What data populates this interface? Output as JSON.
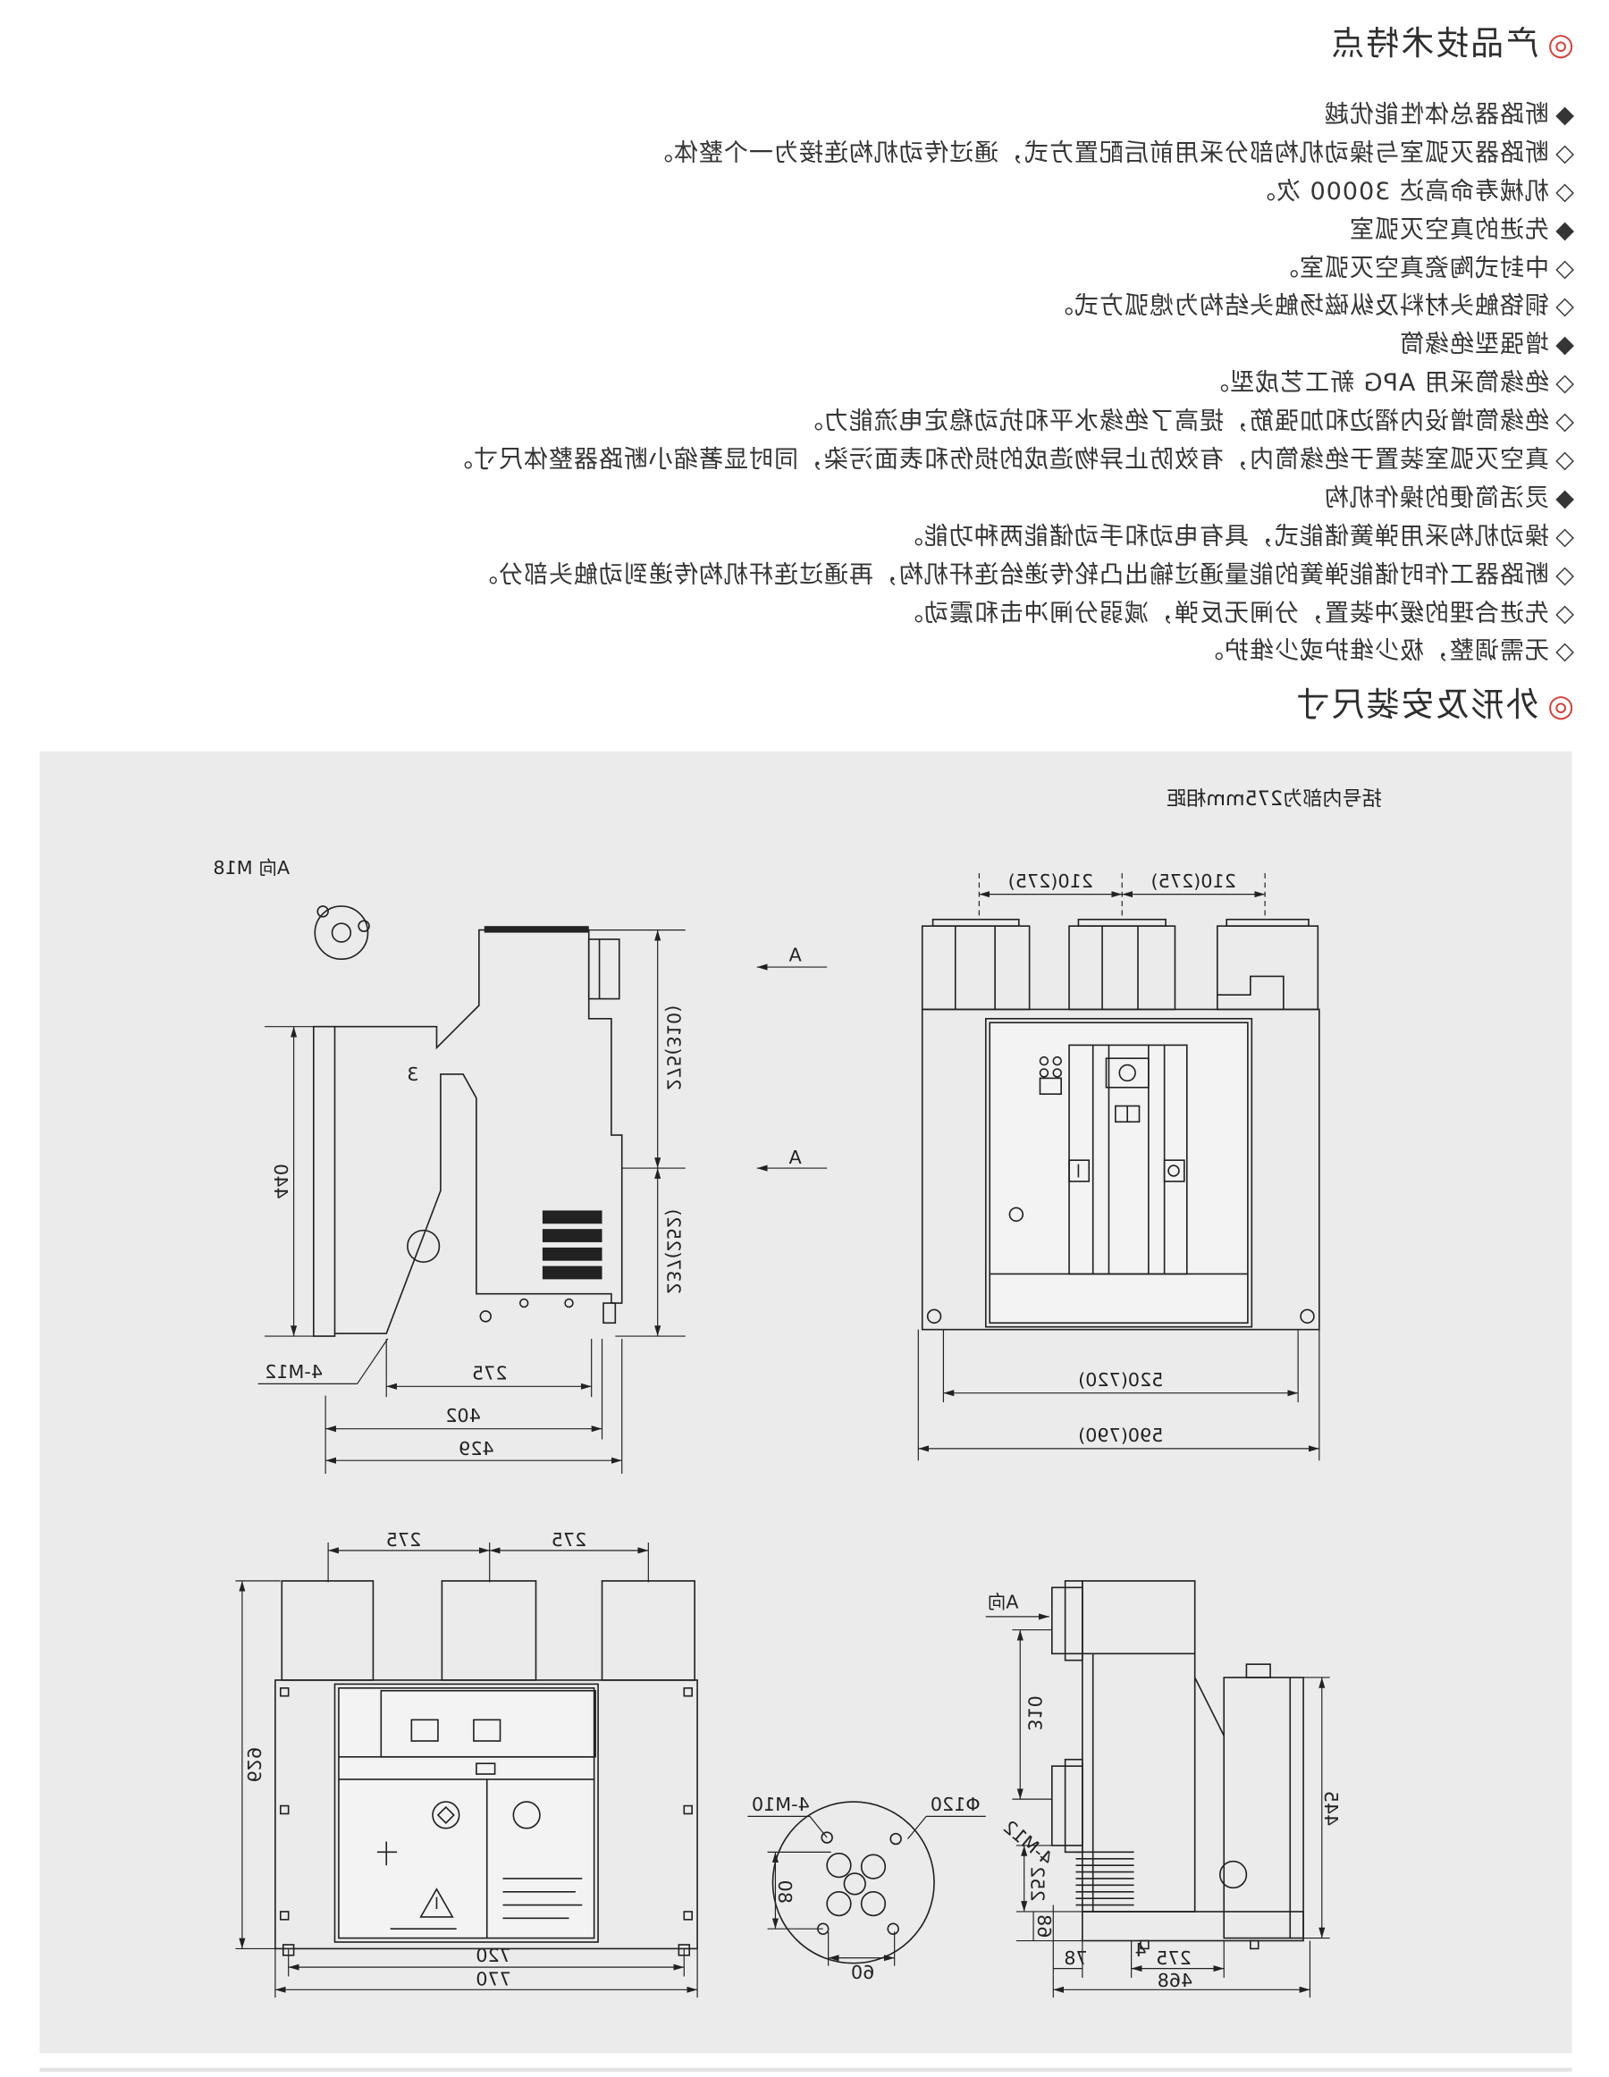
{
  "colors": {
    "accent": "#d9403a",
    "text": "#333333",
    "drawing_bg": "#ebebeb",
    "line": "#222222"
  },
  "features": {
    "icon": "◎",
    "title": "产品技术特点",
    "items": [
      {
        "bullet": "◆",
        "text": "断路器总体性能优越"
      },
      {
        "bullet": "◇",
        "text": "断路器灭弧室与操动机构部分采用前后配置方式，通过传动机构连接为一个整体。"
      },
      {
        "bullet": "◇",
        "text": "机械寿命高达 30000 次。"
      },
      {
        "bullet": "◆",
        "text": "先进的真空灭弧室"
      },
      {
        "bullet": "◇",
        "text": "中封式陶瓷真空灭弧室。"
      },
      {
        "bullet": "◇",
        "text": "铜铬触头材料及纵磁场触头结构为熄弧方式。"
      },
      {
        "bullet": "◆",
        "text": "增强型绝缘筒"
      },
      {
        "bullet": "◇",
        "text": "绝缘筒采用 APG 新工艺成型。"
      },
      {
        "bullet": "◇",
        "text": "绝缘筒增设内褶边和加强筋，提高了绝缘水平和抗动稳定电流能力。"
      },
      {
        "bullet": "◇",
        "text": "真空灭弧室装置于绝缘筒内，有效防止异物造成的损伤和表面污染，同时显著缩小断路器整体尺寸。"
      },
      {
        "bullet": "◆",
        "text": "灵活简便的操作机构"
      },
      {
        "bullet": "◇",
        "text": "操动机构采用弹簧储能式，具有电动和手动储能两种功能。"
      },
      {
        "bullet": "◇",
        "text": "断路器工作时储能弹簧的能量通过输出凸轮传递给连杆机构，再通过连杆机构传递到动触头部分。"
      },
      {
        "bullet": "◇",
        "text": "先进合理的缓冲装置，分闸无反弹，减弱分闸冲击和震动。"
      },
      {
        "bullet": "◇",
        "text": "无需调整，极少维护或少维护。"
      }
    ]
  },
  "dimensions": {
    "icon": "◎",
    "title": "外形及安装尺寸",
    "note": "括号内部为275mm相距",
    "side_view": {
      "a_view_m18": "A向 M18",
      "part_3": "3",
      "dim_440": "440",
      "dim_275_310": "275(310)",
      "dim_237_252": "237(252)",
      "m12_holes": "4-M12",
      "dim_275": "275",
      "dim_402": "402",
      "dim_429": "429",
      "arrow_a_top": "A",
      "arrow_a_bottom": "A"
    },
    "front_view": {
      "dim_210_275_left": "210(275)",
      "dim_210_275_right": "210(275)",
      "dim_520_720": "520(720)",
      "dim_590_790": "590(790)"
    },
    "front_view_b": {
      "dim_275_left": "275",
      "dim_275_right": "275",
      "dim_629": "629",
      "dim_720": "720",
      "dim_770": "770"
    },
    "flange_view": {
      "m10_holes": "4-M10",
      "dia_120": "Φ120",
      "dim_80": "80",
      "dim_60": "60"
    },
    "side_view_b": {
      "a_view": "A向",
      "dim_310": "310",
      "dim_445": "445",
      "m12_holes": "4-M12",
      "dim_252": "252",
      "dim_68": "68",
      "dim_78": "78",
      "dim_4": "4",
      "dim_275": "275",
      "dim_468": "468"
    }
  }
}
